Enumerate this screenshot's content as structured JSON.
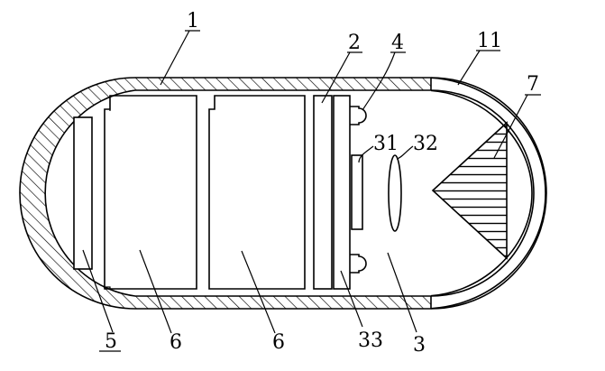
{
  "figure": {
    "labels": {
      "shell": "1",
      "board": "2",
      "lens_assembly": "3",
      "led": "4",
      "antenna": "5",
      "battery": "6",
      "cone": "7",
      "dome": "11",
      "image_sensor": "31",
      "lens": "32",
      "pcb": "33"
    },
    "colors": {
      "ink": "#000000",
      "background": "#ffffff"
    }
  }
}
